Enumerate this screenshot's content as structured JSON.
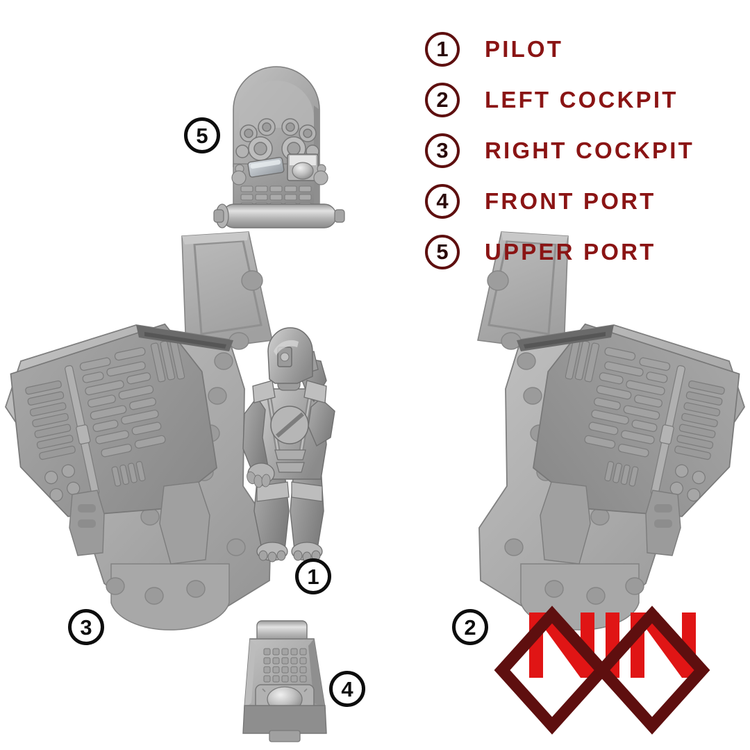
{
  "document": {
    "kind": "exploded-assembly-diagram",
    "subject": "Mech cockpit module parts breakdown",
    "background_color": "#ffffff"
  },
  "legend": {
    "number_color": "#2a0909",
    "circle_stroke_color": "#5e0f0f",
    "label_color": "#8a1414",
    "items": [
      {
        "number": "1",
        "label": "PILOT"
      },
      {
        "number": "2",
        "label": "LEFT COCKPIT"
      },
      {
        "number": "3",
        "label": "RIGHT COCKPIT"
      },
      {
        "number": "4",
        "label": "FRONT PORT"
      },
      {
        "number": "5",
        "label": "UPPER PORT"
      }
    ]
  },
  "callouts": {
    "circle_stroke_color": "#0d0d0d",
    "number_color": "#0d0d0d",
    "items": [
      {
        "number": "1",
        "refers_to": "PILOT"
      },
      {
        "number": "2",
        "refers_to": "LEFT COCKPIT"
      },
      {
        "number": "3",
        "refers_to": "RIGHT COCKPIT"
      },
      {
        "number": "4",
        "refers_to": "FRONT PORT"
      },
      {
        "number": "5",
        "refers_to": "UPPER PORT"
      }
    ]
  },
  "model": {
    "render_style": "untextured grey 3D resin render",
    "grey_light": "#c6c6c6",
    "grey_mid": "#a6a6a6",
    "grey_dark": "#8c8c8c",
    "grey_deep": "#6e6e6e",
    "parts": [
      {
        "id": "pilot",
        "name": "Pilot figure",
        "description": "Seated armoured pilot, helmet with visor, right arm raised to head"
      },
      {
        "id": "left-cockpit",
        "name": "Left cockpit half",
        "description": "Angled hull panel with greebled console interior"
      },
      {
        "id": "right-cockpit",
        "name": "Right cockpit half",
        "description": "Mirrored angled hull panel with greebled console interior"
      },
      {
        "id": "front-port",
        "name": "Front port module",
        "description": "Trapezoid panel with keypad grid and dome lens"
      },
      {
        "id": "upper-port",
        "name": "Upper port module",
        "description": "Dome topped console with dials, screens, keypad and hinge barrel"
      }
    ]
  },
  "logo": {
    "wordmark": "NIN",
    "wordmark_color": "#e01515",
    "diamond_color": "#5e0f0f",
    "shape_description": "two overlapping outline diamonds behind the NIN wordmark"
  }
}
